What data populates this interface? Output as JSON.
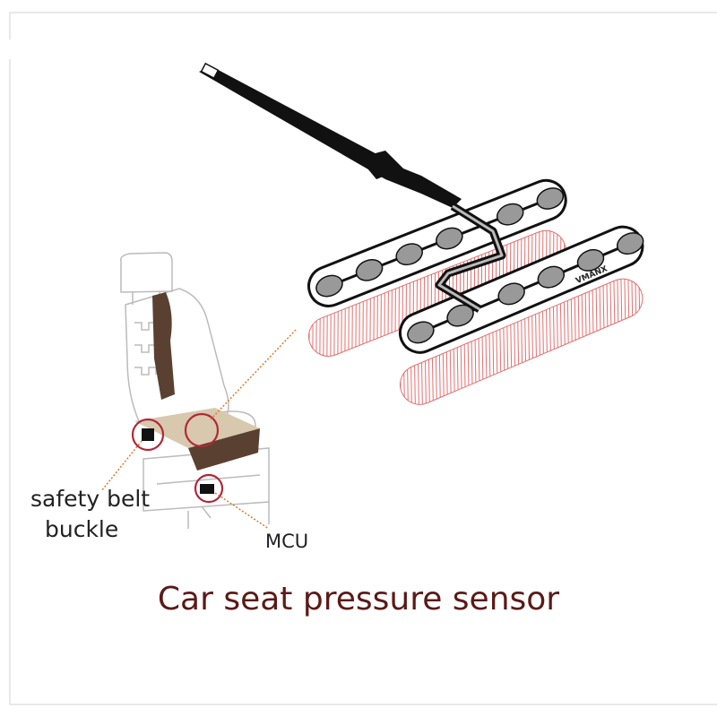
{
  "labels": {
    "belt_line1": "safety belt",
    "belt_line2": "buckle",
    "mcu": "MCU"
  },
  "title": "Car seat pressure sensor",
  "sensor_brand": "VMANX",
  "colors": {
    "title": "#5b1a17",
    "highlight_circle": "#b0283a",
    "leader_line": "#e07a2a",
    "shadow_hatch": "#e06060",
    "seat_strap": "#5a4030",
    "seat_cushion": "#d8c8ae"
  }
}
